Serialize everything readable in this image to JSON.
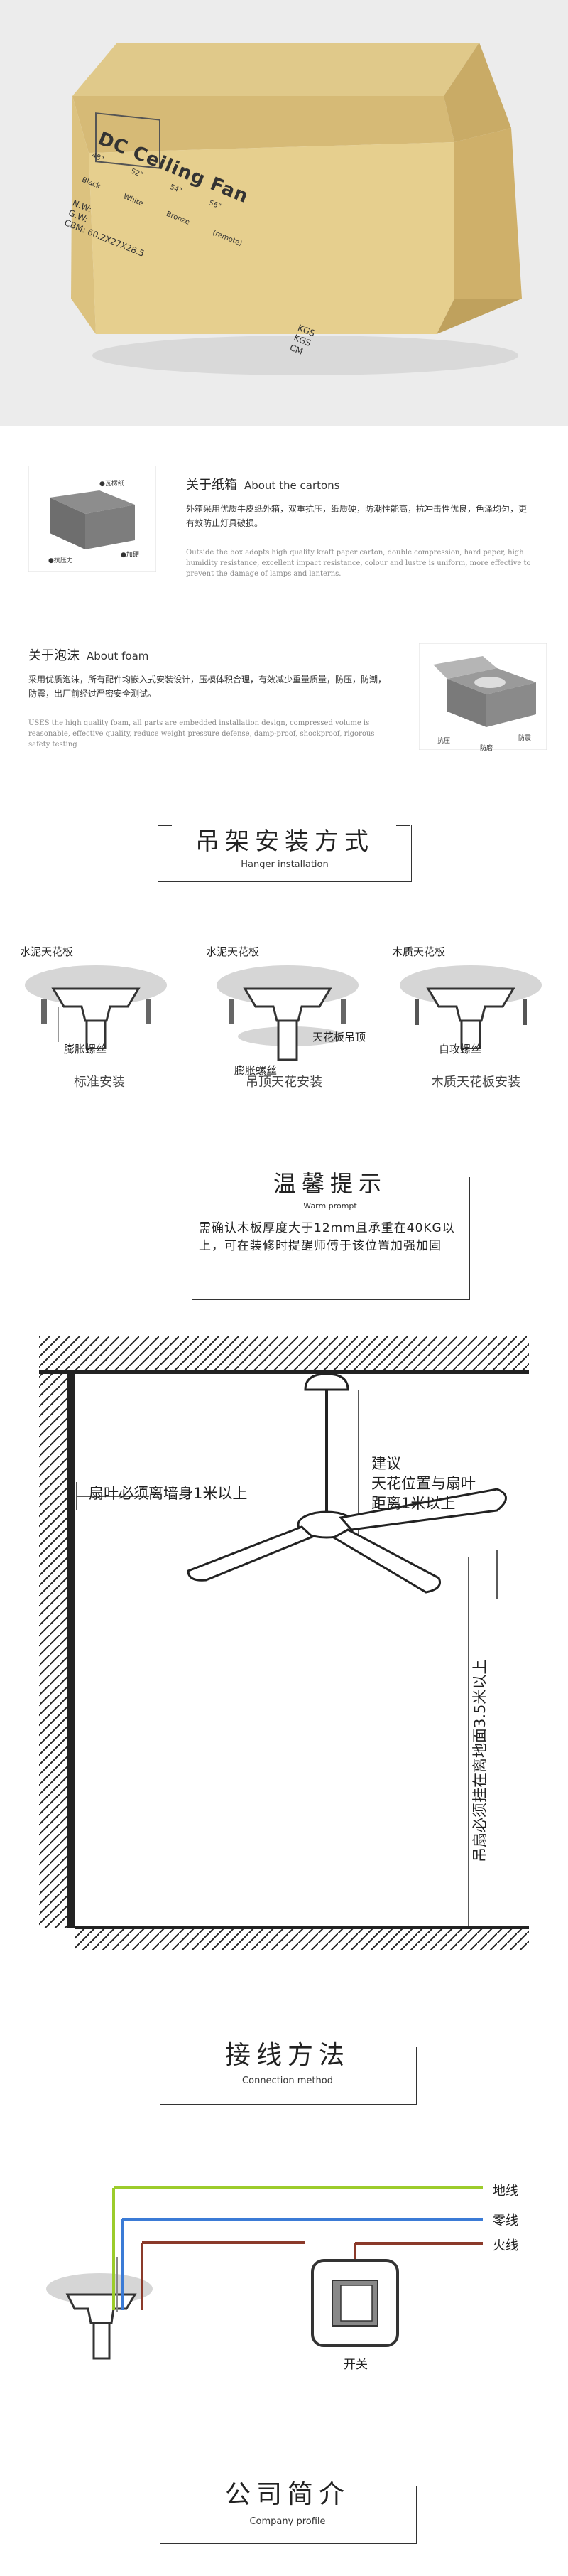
{
  "carton": {
    "printed_title": "DC Ceiling Fan",
    "printed_sizes": [
      "48\"",
      "52\"",
      "54\"",
      "56\""
    ],
    "printed_finishes": [
      "Black",
      "White",
      "Bronze"
    ],
    "printed_remote": "(remote)",
    "printed_weights": [
      "N.W:",
      "G.W:",
      "CBM:"
    ],
    "printed_units": [
      "KGS",
      "KGS",
      "CM"
    ],
    "printed_dims": "60.2X27X28.5"
  },
  "about_cartons": {
    "title_cn": "关于纸箱",
    "title_en": "About the cartons",
    "thumb_labels": [
      "●瓦楞纸",
      "●加硬",
      "●抗压力"
    ],
    "body_cn": "外箱采用优质牛皮纸外箱，双重抗压，纸质硬，防潮性能高，抗冲击性优良，色泽均匀，更有效防止灯具破损。",
    "body_en": "Outside the box adopts high quality kraft paper carton, double compression, hard paper, high humidity resistance, excellent impact resistance, colour and lustre is uniform, more effective to prevent the damage of lamps and lanterns."
  },
  "about_foam": {
    "title_cn": "关于泡沫",
    "title_en": "About foam",
    "thumb_labels": [
      "抗压",
      "防磨",
      "防震"
    ],
    "body_cn": "采用优质泡沫，所有配件均嵌入式安装设计，压模体积合理，有效减少重量质量，防压，防潮，防震，出厂前经过严密安全测试。",
    "body_en": "USES the high quality foam, all parts are embedded installation design, compressed volume is reasonable, effective quality, reduce weight pressure defense, damp-proof, shockproof, rigorous safety testing"
  },
  "hanger": {
    "title_cn": "吊架安装方式",
    "title_en": "Hanger installation",
    "items": [
      {
        "ceiling": "水泥天花板",
        "screw": "膨胀螺丝",
        "caption": "标准安装"
      },
      {
        "ceiling": "水泥天花板",
        "top": "天花板吊顶",
        "screw": "膨胀螺丝",
        "caption": "吊顶天花安装"
      },
      {
        "ceiling": "木质天花板",
        "screw": "自攻螺丝",
        "caption": "木质天花板安装"
      }
    ]
  },
  "warm": {
    "title_cn": "温馨提示",
    "title_en": "Warm prompt",
    "text": "需确认木板厚度大于12mm且承重在40KG以上，可在装修时提醒师傅于该位置加强加固"
  },
  "clearance": {
    "wall_note": "扇叶必须离墙身1米以上",
    "ceiling_note": [
      "建议",
      "天花位置与扇叶",
      "距离1米以上"
    ],
    "floor_note": "吊扇必须挂在离地面3.5米以上"
  },
  "wiring": {
    "title_cn": "接线方法",
    "title_en": "Connection method",
    "wires": [
      "地线",
      "零线",
      "火线"
    ],
    "switch_label": "开关",
    "colors": {
      "ground": "#9ccc2b",
      "neutral": "#3b7bd6",
      "live": "#8b3a2a"
    }
  },
  "company": {
    "title_cn": "公司简介",
    "title_en": "Company profile"
  }
}
